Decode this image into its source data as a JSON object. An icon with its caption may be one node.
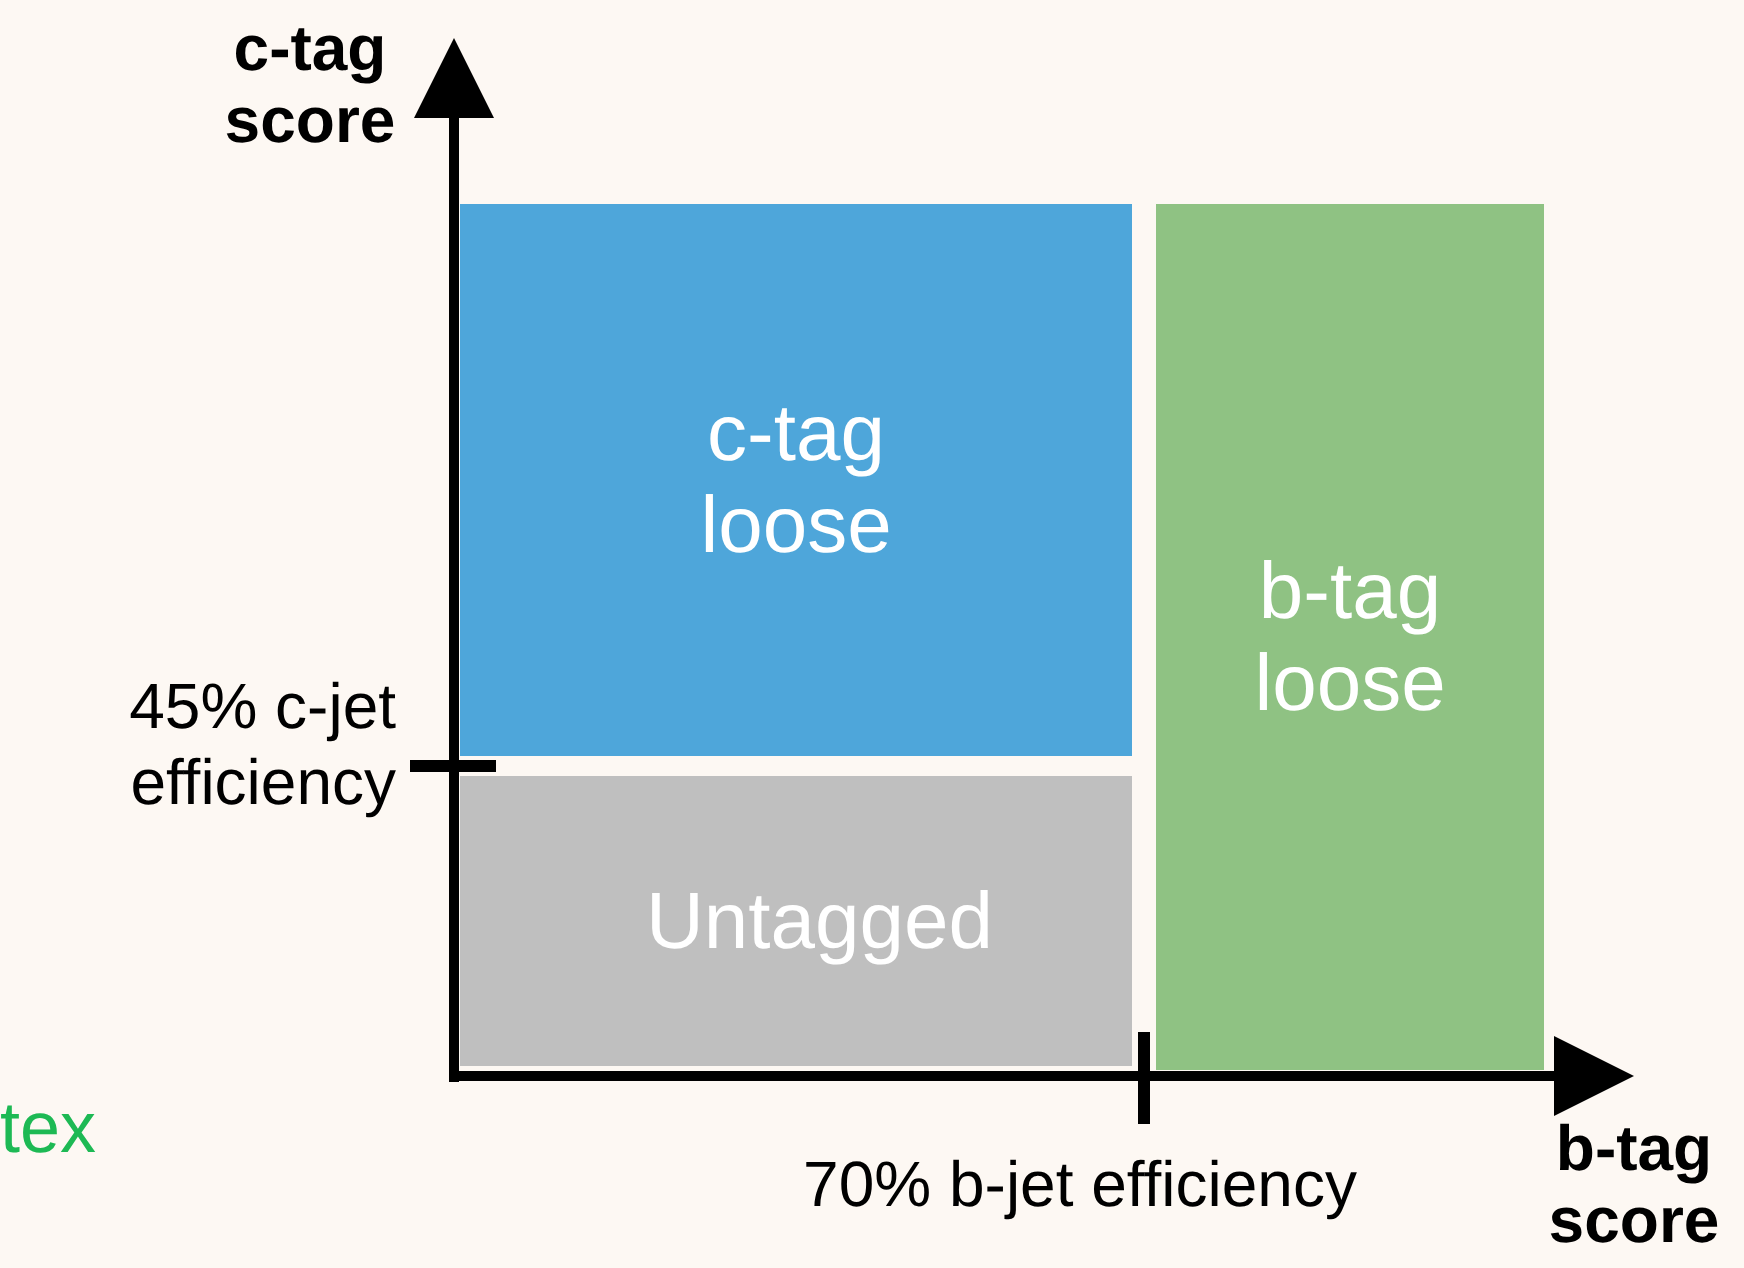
{
  "diagram": {
    "nodes": [
      {
        "text": [
          "c-tag loose"
        ]
      },
      {
        "text": [
          "b-tag loose"
        ]
      },
      {
        "text": [
          "Untagged"
        ]
      }
    ],
    "labels": [
      "c-tag score",
      "45% c-jet efficiency",
      "tex",
      "70% b-jet efficiency",
      "b-tag score"
    ]
  }
}
